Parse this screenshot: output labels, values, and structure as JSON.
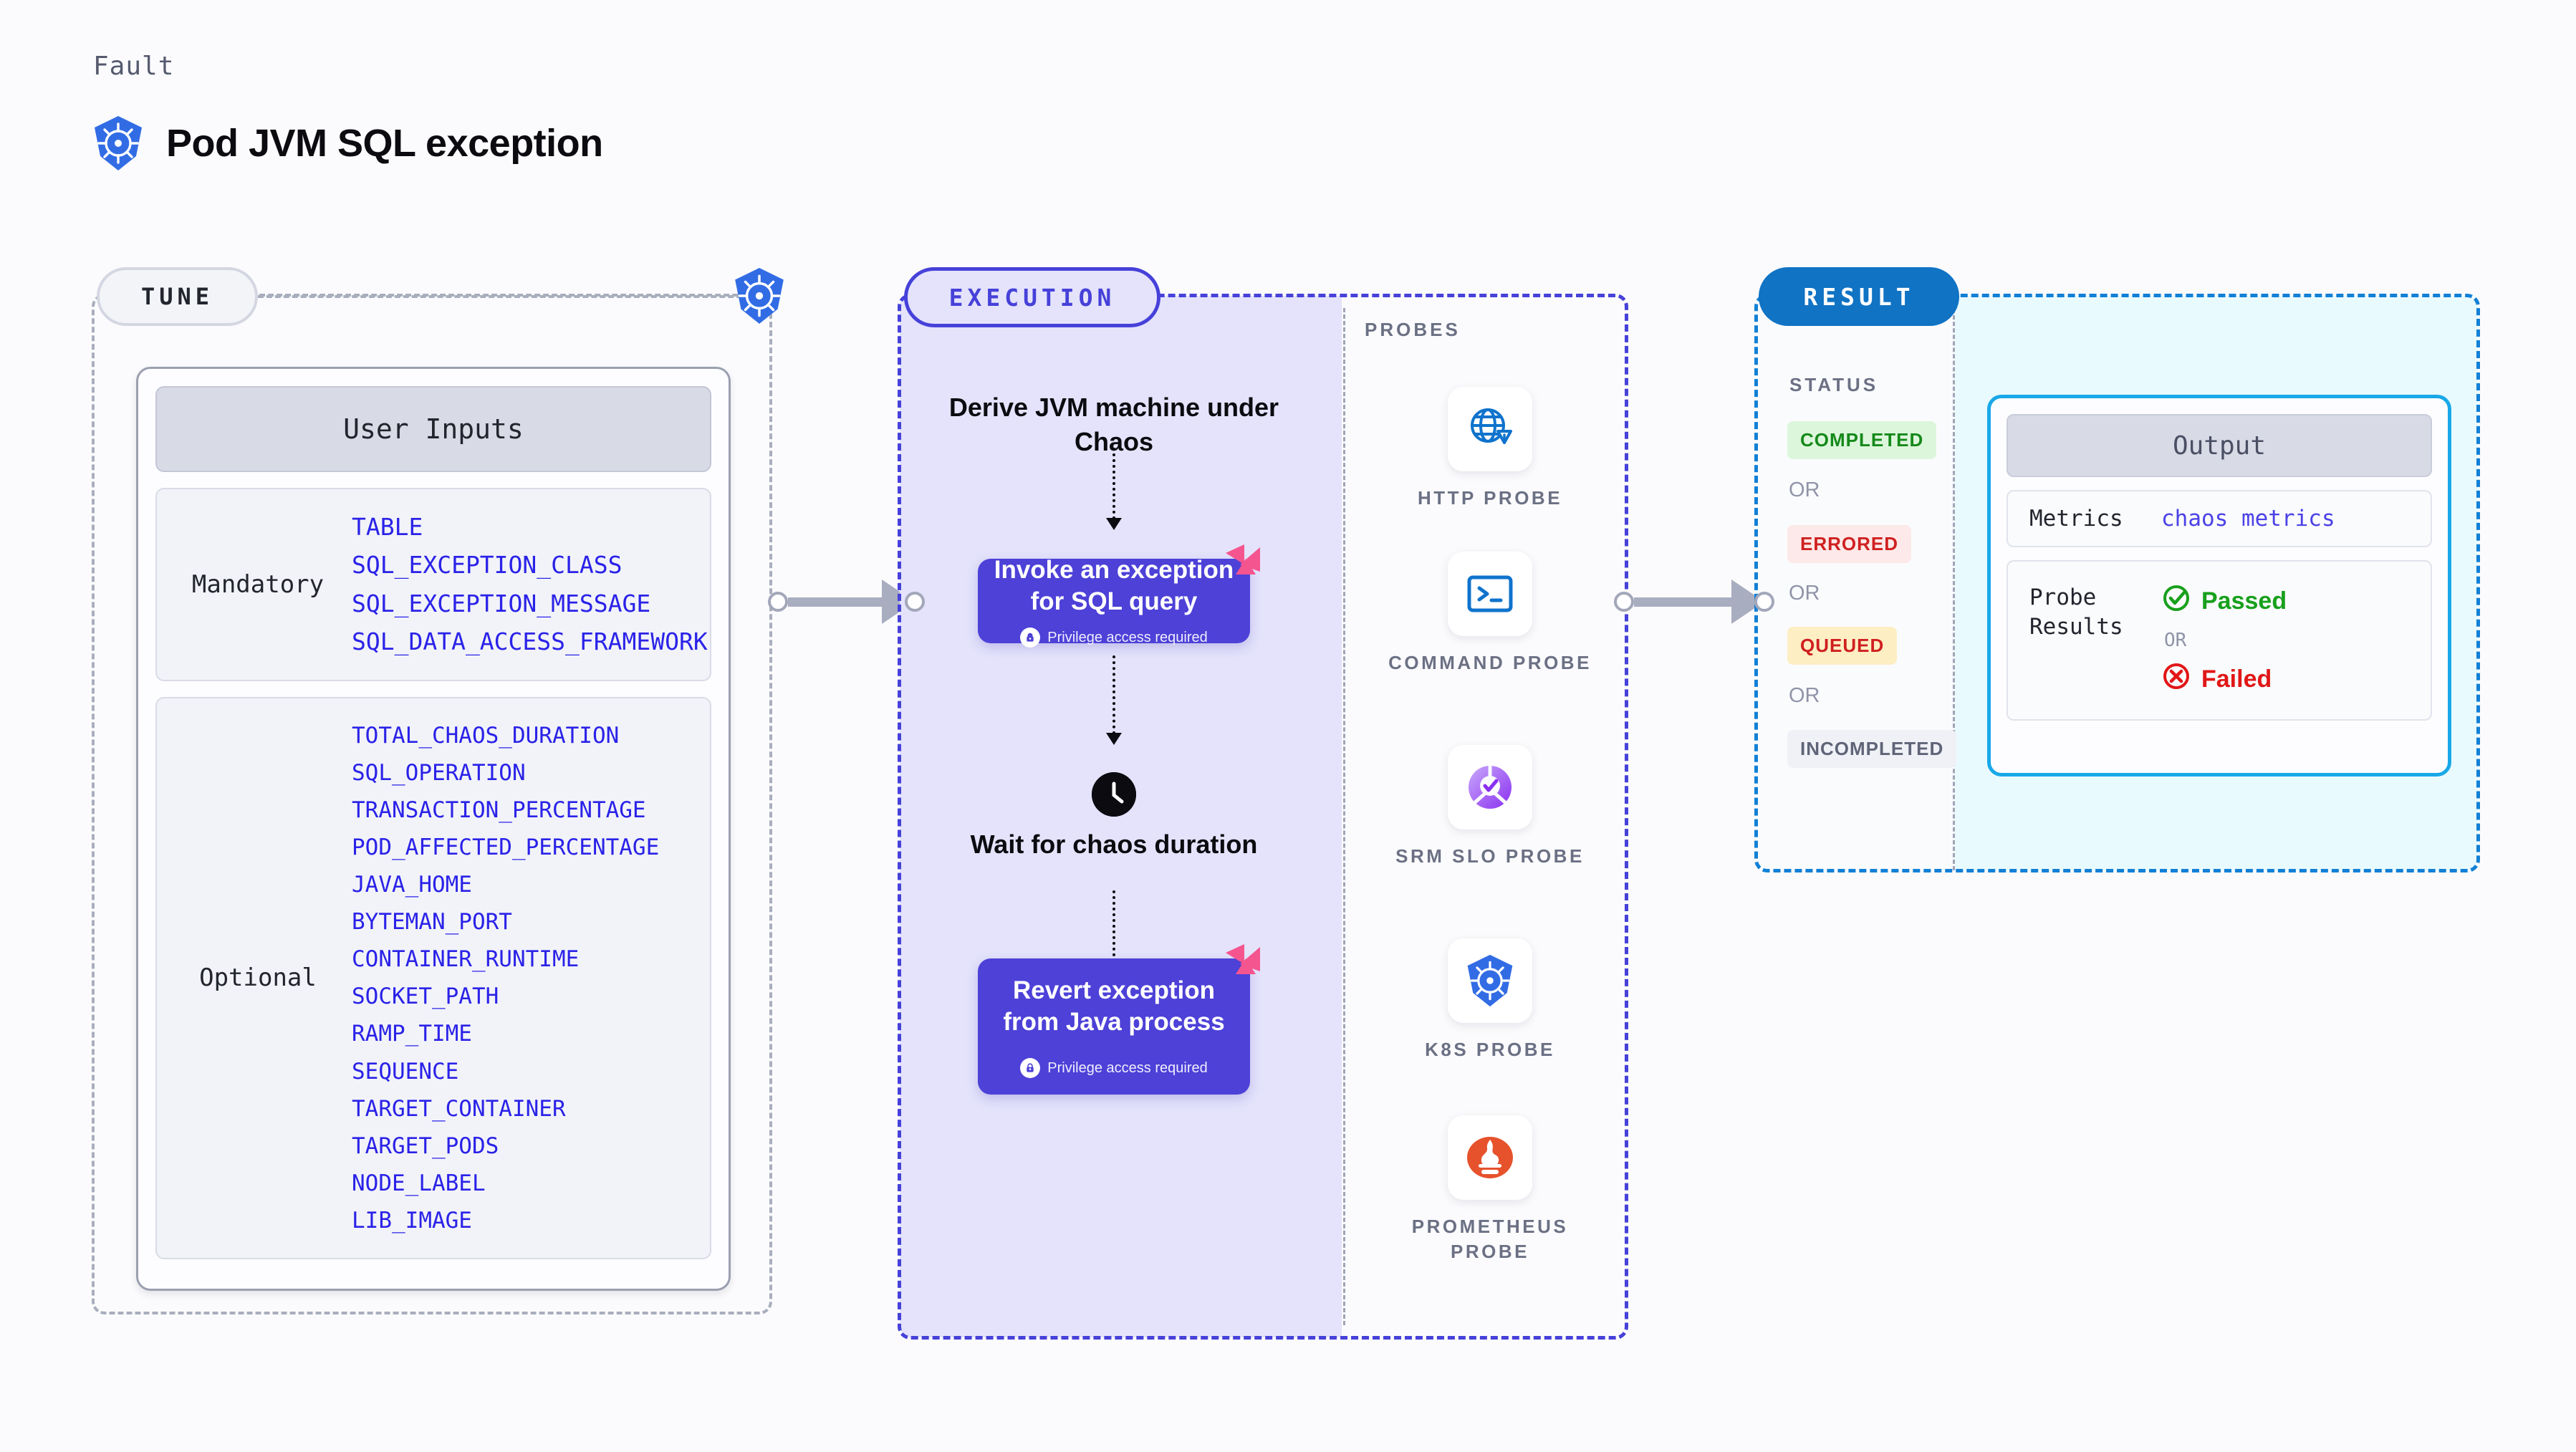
{
  "header": {
    "eyebrow": "Fault",
    "title": "Pod JVM SQL exception",
    "icon": "kubernetes-icon"
  },
  "tune": {
    "pill_label": "TUNE",
    "edge_icon": "kubernetes-icon",
    "card_title": "User Inputs",
    "groups": [
      {
        "label": "Mandatory",
        "params": [
          "TABLE",
          "SQL_EXCEPTION_CLASS",
          "SQL_EXCEPTION_MESSAGE",
          "SQL_DATA_ACCESS_FRAMEWORK"
        ]
      },
      {
        "label": "Optional",
        "params": [
          "TOTAL_CHAOS_DURATION",
          "SQL_OPERATION",
          "TRANSACTION_PERCENTAGE",
          "POD_AFFECTED_PERCENTAGE",
          "JAVA_HOME",
          "BYTEMAN_PORT",
          "CONTAINER_RUNTIME",
          "SOCKET_PATH",
          "RAMP_TIME",
          "SEQUENCE",
          "TARGET_CONTAINER",
          "TARGET_PODS",
          "NODE_LABEL",
          "LIB_IMAGE"
        ]
      }
    ]
  },
  "execution": {
    "pill_label": "EXECUTION",
    "step1_text": "Derive JVM machine under Chaos",
    "block1_title": "Invoke an exception for SQL query",
    "block1_note": "Privilege access required",
    "step2_text": "Wait for chaos duration",
    "step2_icon": "clock-icon",
    "block2_title": "Revert exception from Java process",
    "block2_note": "Privilege access required",
    "badge_icon": "litmus-chaos-icon",
    "lock_icon": "lock-icon"
  },
  "probes": {
    "label": "PROBES",
    "items": [
      {
        "caption": "HTTP PROBE",
        "icon": "globe-warning-icon"
      },
      {
        "caption": "COMMAND PROBE",
        "icon": "terminal-icon"
      },
      {
        "caption": "SRM SLO PROBE",
        "icon": "slo-check-icon"
      },
      {
        "caption": "K8S PROBE",
        "icon": "kubernetes-icon"
      },
      {
        "caption": "PROMETHEUS PROBE",
        "icon": "prometheus-icon"
      }
    ]
  },
  "result": {
    "pill_label": "RESULT",
    "status_title": "STATUS",
    "or_label": "OR",
    "statuses": [
      {
        "label": "COMPLETED",
        "bg": "#dcf6dc",
        "fg": "#15891a"
      },
      {
        "label": "ERRORED",
        "bg": "#fde9e9",
        "fg": "#d02020"
      },
      {
        "label": "QUEUED",
        "bg": "#fdeec4",
        "fg": "#cf1f1f"
      },
      {
        "label": "INCOMPLETED",
        "bg": "#eff1f6",
        "fg": "#5f6478"
      }
    ],
    "output": {
      "title": "Output",
      "metrics_key": "Metrics",
      "metrics_value": "chaos metrics",
      "probe_key": "Probe Results",
      "passed_label": "Passed",
      "failed_label": "Failed",
      "or_label": "OR",
      "passed_icon": "check-circle-icon",
      "failed_icon": "x-circle-icon"
    }
  },
  "connectors": {
    "tune_to_execution": "arrow-right",
    "execution_to_result": "arrow-right"
  },
  "colors": {
    "accent_indigo": "#4641d9",
    "accent_blue": "#1073c4",
    "accent_cyan": "#18a8e8",
    "param_blue": "#2a22e8",
    "pink_badge": "#f5558f"
  }
}
